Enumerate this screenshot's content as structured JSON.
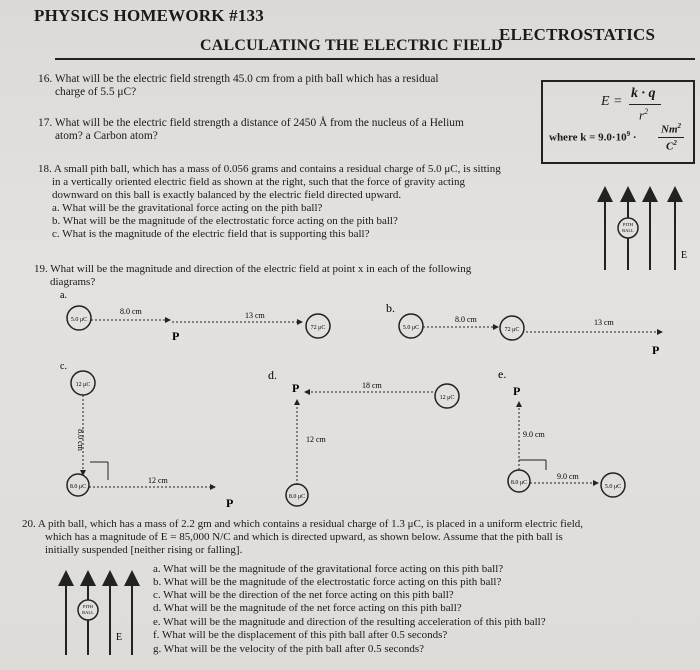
{
  "header": {
    "title": "PHYSICS HOMEWORK #133",
    "subject": "ELECTROSTATICS",
    "subtitle": "CALCULATING THE ELECTRIC FIELD"
  },
  "formula": {
    "E": "E =",
    "numerator": "k · q",
    "denominator": "r",
    "exp": "2",
    "where": "where k = 9.0·10",
    "where_exp": "9",
    "units_num": "Nm",
    "units_num_exp": "2",
    "units_den": "C",
    "units_den_exp": "2"
  },
  "q16": {
    "l1": "16. What will be the electric field strength 45.0 cm from a pith ball which has a residual",
    "l2": "charge of 5.5 μC?"
  },
  "q17": {
    "l1": "17. What will be the electric field strength a distance of 2450 Å from the nucleus of a Helium",
    "l2": "atom? a Carbon atom?"
  },
  "q18": {
    "l1": "18. A small pith ball, which has a mass of 0.056 grams and contains a residual charge of 5.0 μC, is sitting",
    "l2": "in a vertically oriented electric field as shown at the right, such that the force of gravity acting",
    "l3": "downward on this ball is exactly balanced by the electric field directed upward.",
    "a": "a. What will be the gravitational force acting on the pith ball?",
    "b": "b. What will be the magnitude of the electrostatic force acting on the pith ball?",
    "c": "c. What is the magnitude of the electric field that is supporting this ball?"
  },
  "fig18": {
    "ball": "PITH BALL",
    "label": "E"
  },
  "q19": {
    "l1": "19. What will be the magnitude and direction of the electric field at point x in each of the following",
    "l2": "diagrams?"
  },
  "diagrams": {
    "a": {
      "letter": "a.",
      "q1": "5.0 μC",
      "d1": "8.0 cm",
      "p": "P",
      "d2": "13 cm",
      "q2": "72 μC"
    },
    "b": {
      "letter": "b.",
      "q1": "5.0 μC",
      "d1": "8.0 cm",
      "q2": "72 μC",
      "d2": "13 cm",
      "p": "P"
    },
    "c": {
      "letter": "c.",
      "q1": "12 μC",
      "d1": "8.0 cm",
      "q2": "8.0 μC",
      "d2": "12 cm",
      "p": "P"
    },
    "d": {
      "letter": "d.",
      "p": "P",
      "d1": "18 cm",
      "q1": "12 μC",
      "d2": "12 cm",
      "q2": "8.0 μC"
    },
    "e": {
      "letter": "e.",
      "p": "P",
      "d1": "9.0 cm",
      "q1": "8.0 μC",
      "d2": "9.0 cm",
      "q2": "5.0 μC"
    }
  },
  "q20": {
    "l1": "20. A pith ball, which has a mass of 2.2 gm and which contains a residual charge of 1.3 μC, is placed in a uniform electric field,",
    "l2": "which has a magnitude of E = 85,000 N/C and which is directed upward, as shown below. Assume that the pith ball is",
    "l3": "initially suspended [neither rising or falling].",
    "a": "a. What will be the magnitude of the gravitational force acting on this pith ball?",
    "b": "b. What will be the magnitude of the electrostatic force acting on this pith ball?",
    "c": "c. What will be the direction of the net force acting on this pith ball?",
    "d": "d. What will be the magnitude of the net force acting on this pith ball?",
    "e": "e. What will be the magnitude and direction of the resulting acceleration of this pith ball?",
    "f": "f. What will be the displacement of this pith ball after 0.5 seconds?",
    "g": "g. What will be the velocity of the pith ball after 0.5 seconds?"
  },
  "fig20": {
    "ball": "PITH BALL",
    "label": "E"
  }
}
